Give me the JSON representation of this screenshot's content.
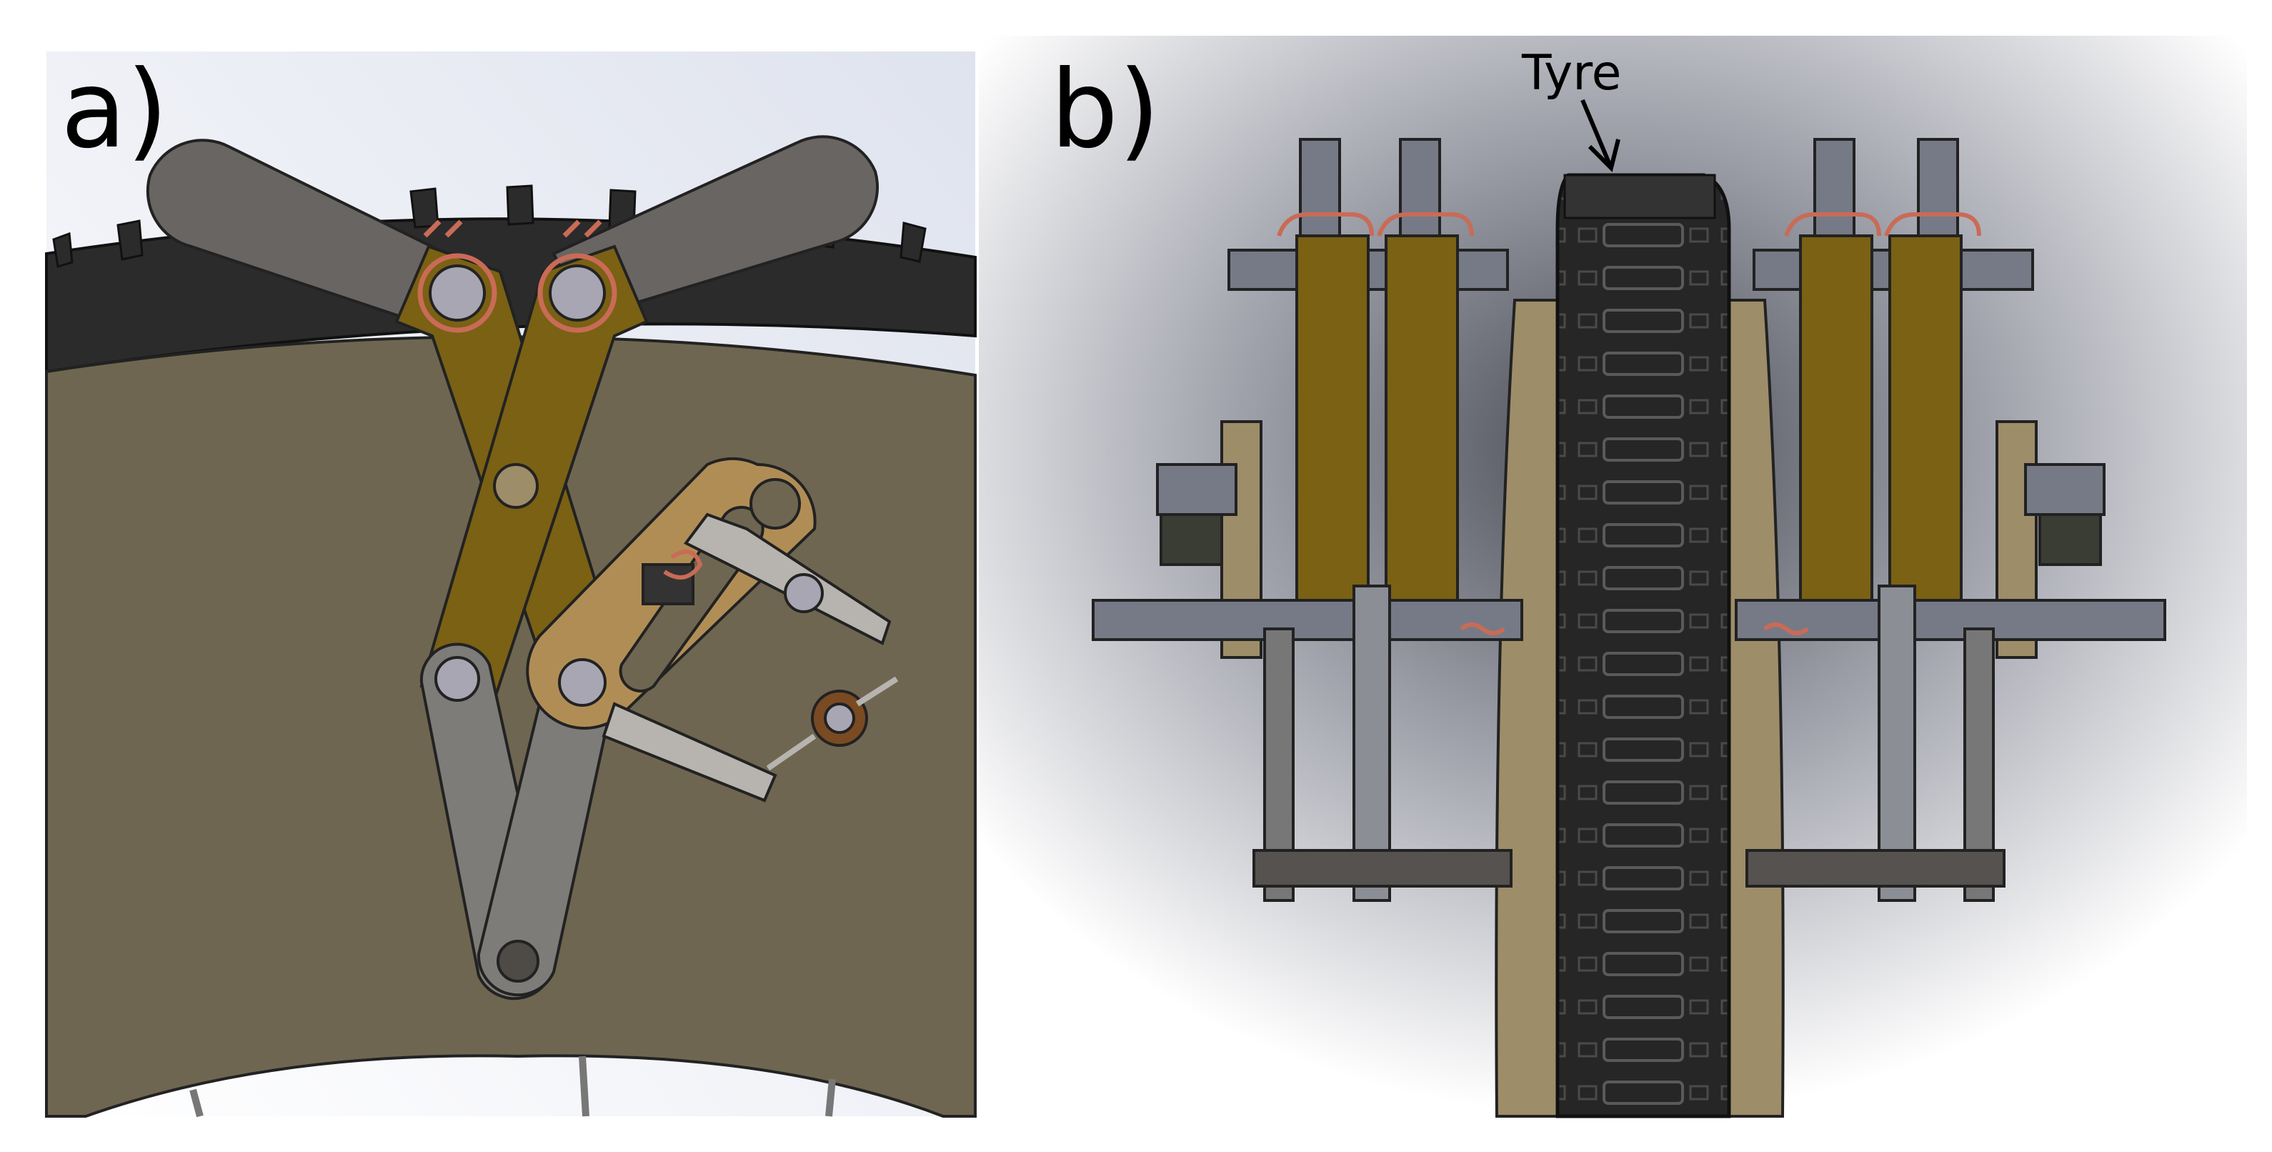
{
  "figure": {
    "panel_a": {
      "label": "a)"
    },
    "panel_b": {
      "label": "b)"
    },
    "annotations": {
      "tyre": "Tyre"
    }
  },
  "colors": {
    "frame_khaki": "#6e6651",
    "tyre_black": "#2b2b2b",
    "arm_grey": "#686563",
    "brace_olive": "#7a6114",
    "slot_bronze": "#b18d56",
    "spring_copper": "#c96b56",
    "plate_blue_grey": "#767a86",
    "disc_tan": "#9d8d69"
  },
  "icons": [
    "tyre-tread-icon",
    "spring-coil-icon",
    "pivot-pin-icon"
  ]
}
